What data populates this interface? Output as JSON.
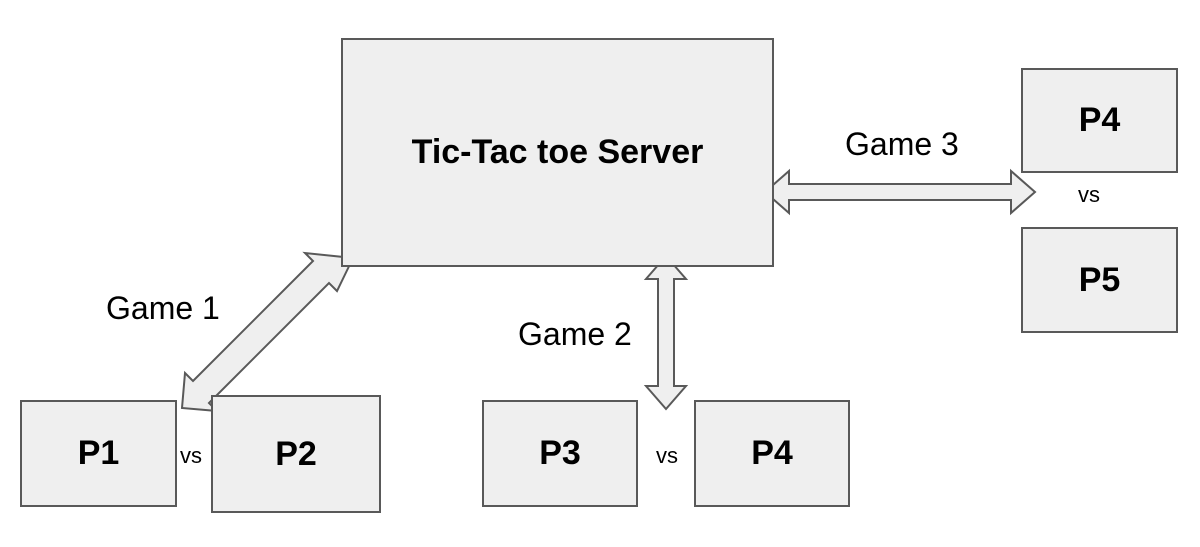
{
  "server": {
    "label": "Tic-Tac toe Server"
  },
  "players": {
    "p1": "P1",
    "p2": "P2",
    "p3": "P3",
    "p4_bottom": "P4",
    "p4_right": "P4",
    "p5": "P5"
  },
  "games": {
    "game1": "Game 1",
    "game2": "Game 2",
    "game3": "Game 3"
  },
  "vs": {
    "left": "vs",
    "middle": "vs",
    "right": "vs"
  },
  "colors": {
    "box_fill": "#efefef",
    "box_stroke": "#595959",
    "text": "#000000"
  }
}
